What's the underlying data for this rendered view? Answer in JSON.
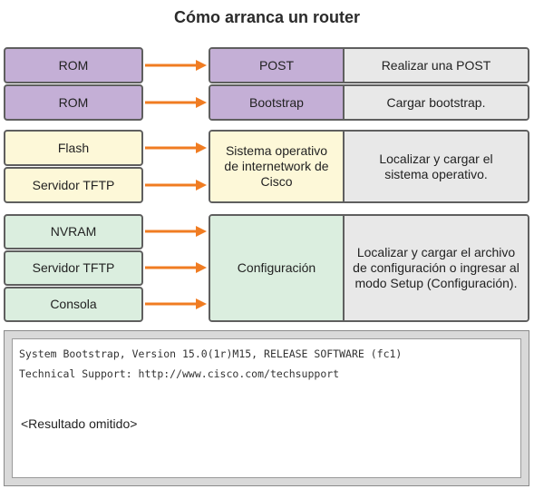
{
  "title": "Cómo arranca un router",
  "rows": [
    {
      "source": "ROM",
      "stage": "POST",
      "action": "Realizar una POST"
    },
    {
      "source": "ROM",
      "stage": "Bootstrap",
      "action": "Cargar bootstrap."
    }
  ],
  "os_group": {
    "sources": [
      "Flash",
      "Servidor TFTP"
    ],
    "stage": "Sistema operativo de internetwork de Cisco",
    "action": "Localizar y cargar el sistema operativo."
  },
  "config_group": {
    "sources": [
      "NVRAM",
      "Servidor TFTP",
      "Consola"
    ],
    "stage": "Configuración",
    "action": "Localizar y cargar el archivo de configuración o ingresar al modo Setup (Configuración)."
  },
  "console": {
    "line1": "System Bootstrap, Version 15.0(1r)M15, RELEASE SOFTWARE (fc1)",
    "line2": "Technical Support: http://www.cisco.com/techsupport",
    "omitted": "<Resultado omitido>"
  },
  "colors": {
    "rom": "#c4afd6",
    "os": "#fdf8d8",
    "config": "#dbeedf",
    "action": "#e8e8e8",
    "arrow": "#f07c22"
  }
}
